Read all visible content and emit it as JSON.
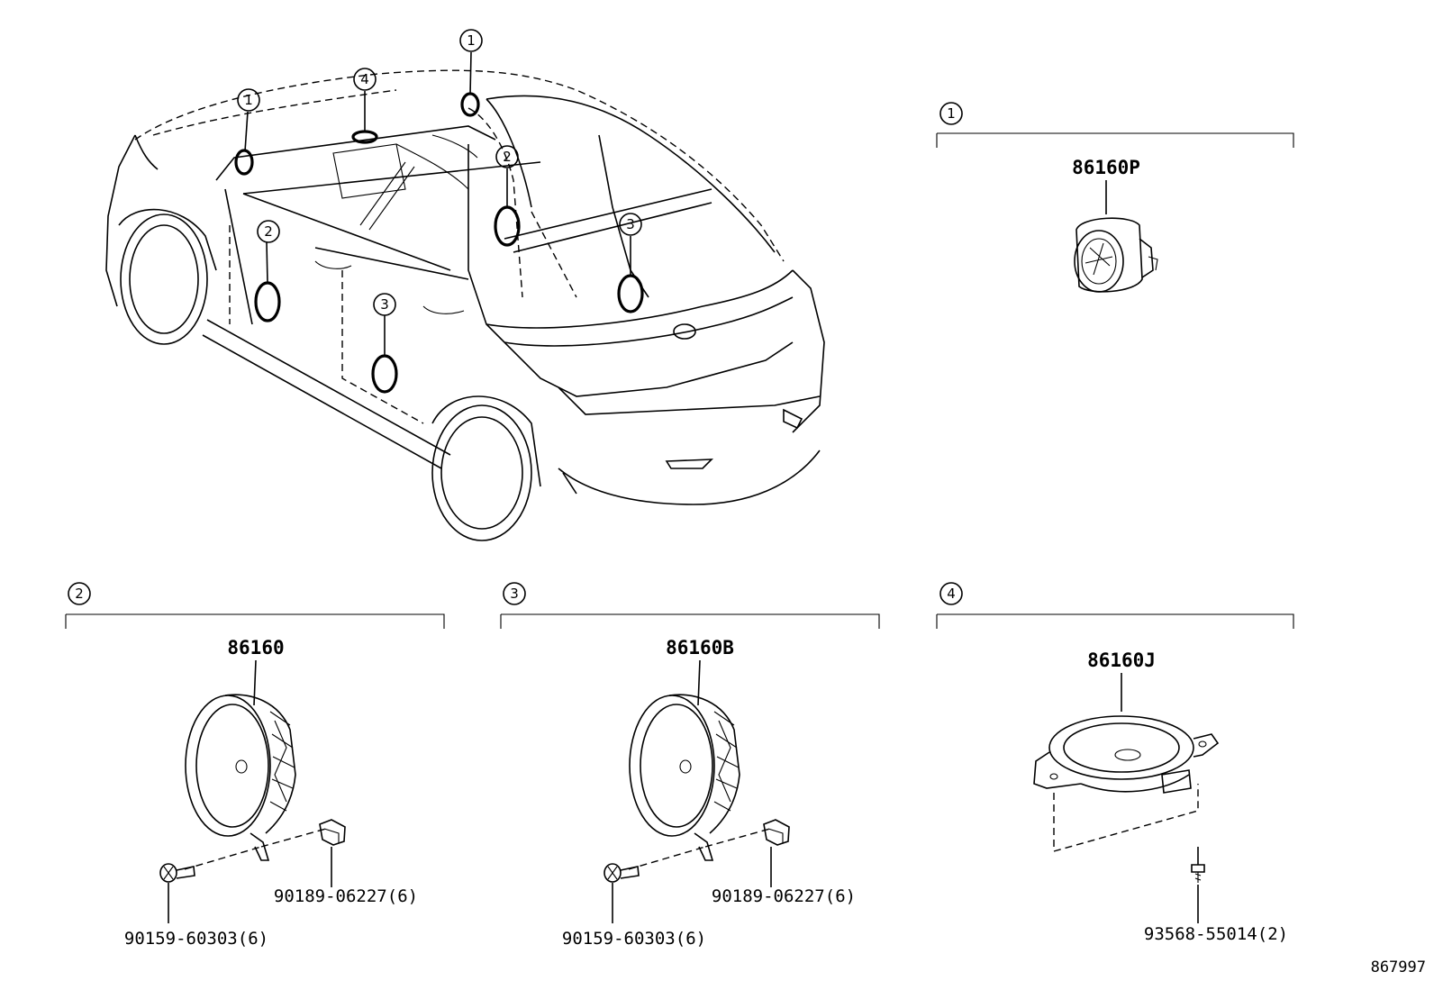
{
  "callouts": [
    "1",
    "2",
    "3",
    "4"
  ],
  "groups": [
    {
      "callout": "1",
      "part_number": "86160P",
      "fasteners": []
    },
    {
      "callout": "2",
      "part_number": "86160",
      "fasteners": [
        "90159-60303(6)",
        "90189-06227(6)"
      ]
    },
    {
      "callout": "3",
      "part_number": "86160B",
      "fasteners": [
        "90159-60303(6)",
        "90189-06227(6)"
      ]
    },
    {
      "callout": "4",
      "part_number": "86160J",
      "fasteners": [
        "93568-55014(2)"
      ]
    }
  ],
  "illustration_id": "867997"
}
